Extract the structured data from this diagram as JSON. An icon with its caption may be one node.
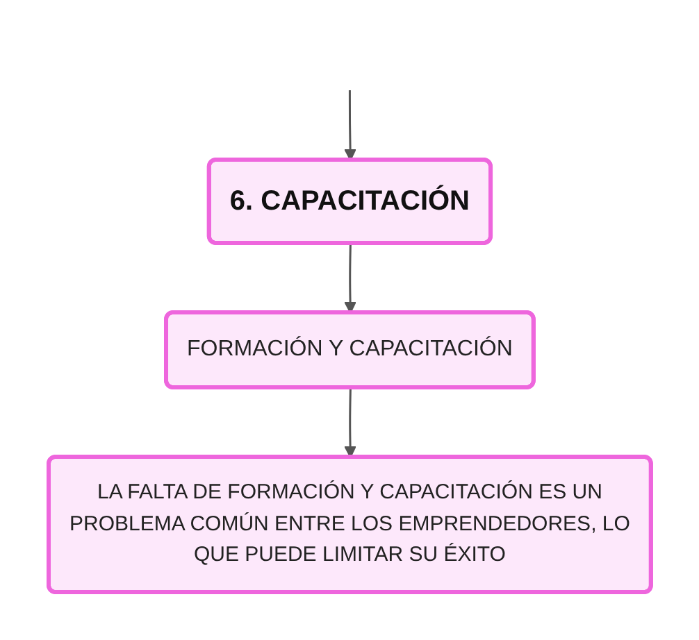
{
  "diagram": {
    "nodes": [
      {
        "text": [
          "6. CAPACITACIÓN"
        ]
      },
      {
        "text": [
          "FORMACIÓN Y CAPACITACIÓN"
        ]
      },
      {
        "text": [
          "LA FALTA DE FORMACIÓN Y CAPACITACIÓN ES UN PROBLEMA COMÚN ENTRE LOS EMPRENDEDORES, LO QUE PUEDE LIMITAR SU ÉXITO"
        ]
      }
    ],
    "edges": [
      {
        "from": null,
        "to": 0,
        "arrow": "to"
      },
      {
        "from": 0,
        "to": 1,
        "arrow": "to"
      },
      {
        "from": 1,
        "to": 2,
        "arrow": "to"
      }
    ]
  }
}
